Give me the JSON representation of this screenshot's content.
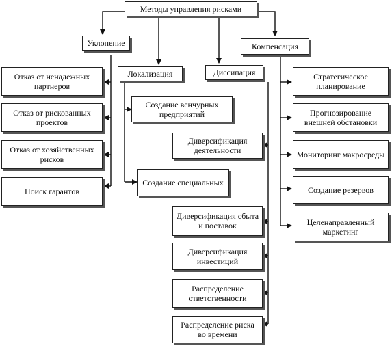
{
  "root": "Методы управления рисками",
  "groups": {
    "avoidance": "Уклонение",
    "localization": "Локализация",
    "dissipation": "Диссипация",
    "compensation": "Компенсация"
  },
  "avoidance_items": [
    "Отказ от ненадежных партнеров",
    "Отказ от рискованных проектов",
    "Отказ от хозяйственных рисков",
    "Поиск гарантов"
  ],
  "localization_items": [
    "Создание венчурных предприятий",
    "Создание специальных"
  ],
  "dissipation_items": [
    "Диверсификация деятельности",
    "Диверсификация сбыта и поставок",
    "Диверсификация инвестиций",
    "Распределение ответственности",
    "Распределение риска во времени"
  ],
  "compensation_items": [
    "Стратегическое планирование",
    "Прогнозирование внешней обстановки",
    "Мониторинг макросреды",
    "Создание резервов",
    "Целенаправленный маркетинг"
  ]
}
